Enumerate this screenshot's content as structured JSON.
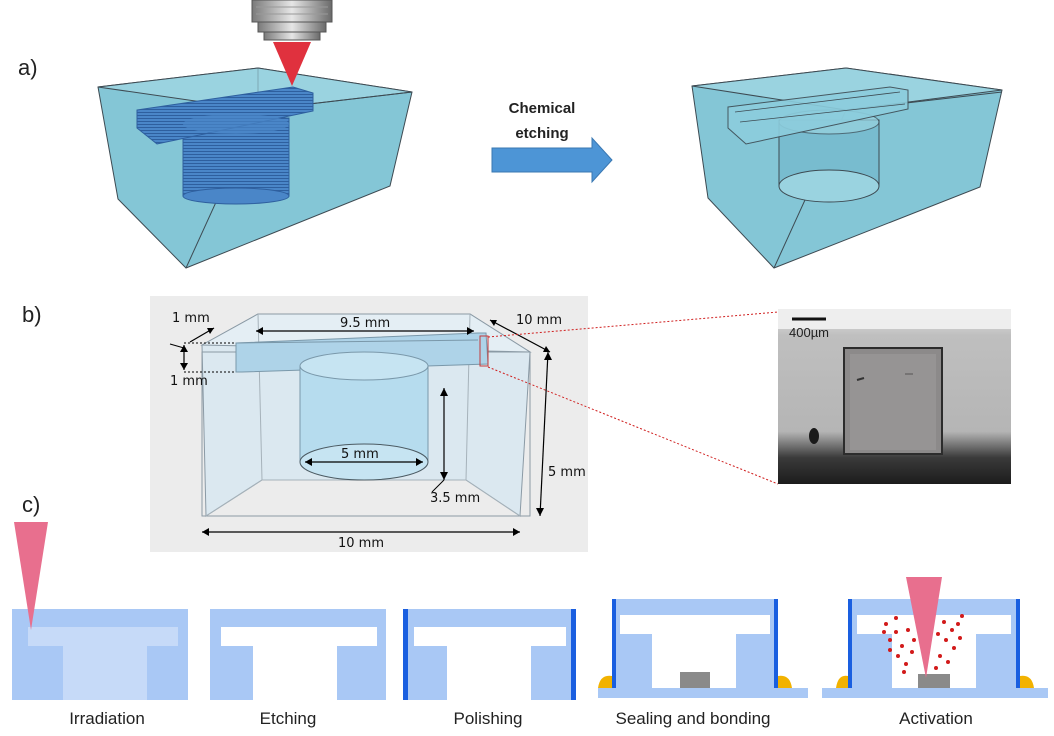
{
  "panel_labels": {
    "a": "a)",
    "b": "b)",
    "c": "c)"
  },
  "arrow_label": {
    "line1": "Chemical",
    "line2": "etching"
  },
  "dimensions": {
    "d_1mm_top": "1 mm",
    "d_9_5mm": "9.5 mm",
    "d_10mm_depth": "10 mm",
    "d_1mm_side": "1 mm",
    "d_5mm_diameter": "5 mm",
    "d_3_5mm": "3.5 mm",
    "d_5mm_height": "5 mm",
    "d_10mm_width": "10 mm"
  },
  "micrograph": {
    "scale_bar_label": "400µm"
  },
  "steps": [
    "Irradiation",
    "Etching",
    "Polishing",
    "Sealing and bonding",
    "Activation"
  ],
  "colors": {
    "glass": "#7fc3d3",
    "substrate": "#a9c8f5",
    "channel_blue": "#1a5fe0",
    "laser": "#e86f8e",
    "arrow": "#4d95d6",
    "adhesive": "#f2b200",
    "particles": "#d21a1a"
  }
}
